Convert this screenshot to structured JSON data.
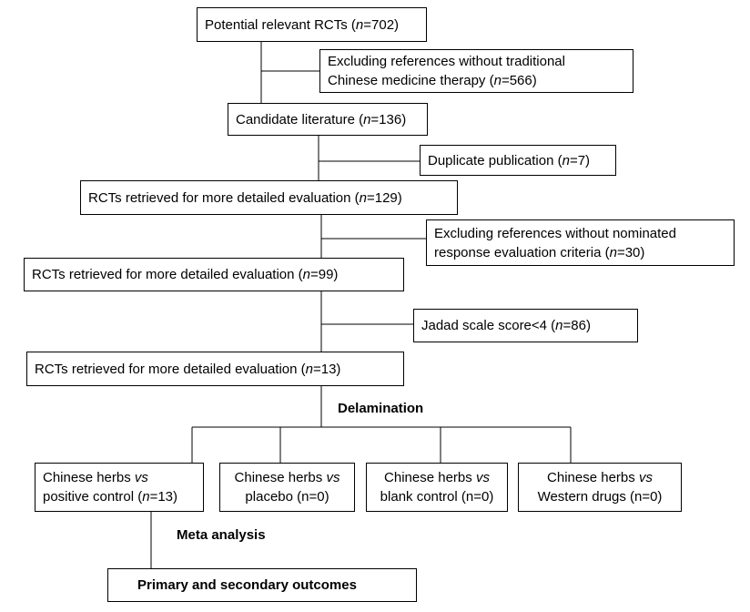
{
  "flow": {
    "potential": {
      "text": "Potential relevant RCTs (",
      "n": "n",
      "value": "=702)"
    },
    "exclude_tcm": {
      "line1": "Excluding references without traditional",
      "line2_text": "Chinese medicine therapy (",
      "n": "n",
      "value": "=566)"
    },
    "candidate": {
      "text": "Candidate literature (",
      "n": "n",
      "value": "=136)"
    },
    "duplicate": {
      "text": "Duplicate publication (",
      "n": "n",
      "value": "=7)"
    },
    "retrieved_129": {
      "text": "RCTs retrieved for more detailed evaluation (",
      "n": "n",
      "value": "=129)"
    },
    "exclude_criteria": {
      "line1": "Excluding references without nominated",
      "line2_text": "response evaluation criteria (",
      "n": "n",
      "value": "=30)"
    },
    "retrieved_99": {
      "text": "RCTs retrieved for more detailed evaluation (",
      "n": "n",
      "value": "=99)"
    },
    "jadad": {
      "text": "Jadad scale score<4 (",
      "n": "n",
      "value": "=86)"
    },
    "retrieved_13": {
      "text": "RCTs retrieved for more detailed evaluation (",
      "n": "n",
      "value": "=13)"
    },
    "delamination": "Delamination",
    "group_positive": {
      "line1": "Chinese herbs ",
      "vs": "vs",
      "line2_text": "positive control (",
      "n": "n",
      "value": "=13)"
    },
    "group_placebo": {
      "line1": "Chinese herbs ",
      "vs": "vs",
      "line2": "placebo (n=0)"
    },
    "group_blank": {
      "line1": "Chinese herbs ",
      "vs": "vs",
      "line2": "blank control (n=0)"
    },
    "group_western": {
      "line1": "Chinese herbs ",
      "vs": "vs",
      "line2": "Western drugs (n=0)"
    },
    "meta": "Meta analysis",
    "outcomes": "Primary and secondary outcomes"
  }
}
